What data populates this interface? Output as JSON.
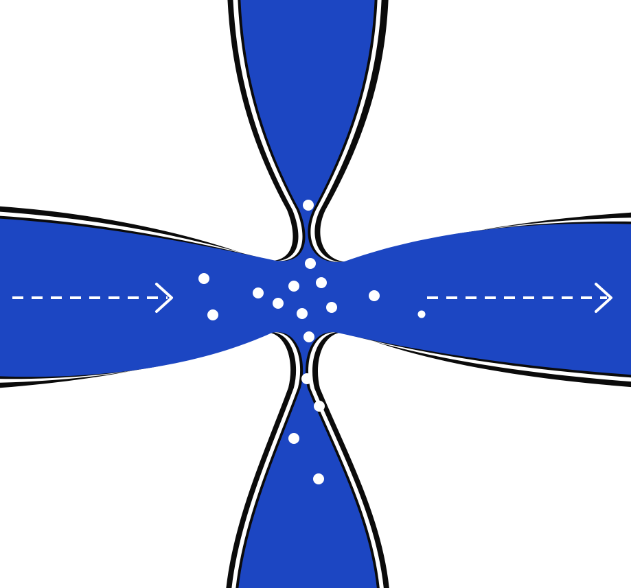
{
  "diagram": {
    "channels": [
      "left-inlet",
      "top-channel",
      "right-outlet",
      "bottom-channel"
    ],
    "flow_arrows": [
      {
        "name": "inlet-flow-arrow",
        "direction": "right"
      },
      {
        "name": "outlet-flow-arrow",
        "direction": "right"
      }
    ],
    "particle_count": 17,
    "colors": {
      "fluid": "#1c46c2",
      "wall_outline": "#0b0b0b",
      "wall_inner": "#ffffff",
      "particle": "#ffffff",
      "arrow": "#ffffff",
      "background": "#ffffff"
    }
  }
}
